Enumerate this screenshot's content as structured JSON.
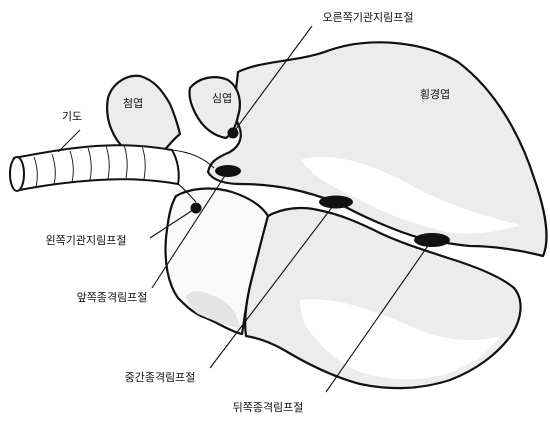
{
  "labels": {
    "trachea": "기도",
    "apical_lobe": "첨엽",
    "cardiac_lobe": "심엽",
    "diaphragmatic_lobe": "횡경엽",
    "right_tracheobronchial_ln": "오른쪽기관지림프절",
    "left_tracheobronchial_ln": "왼쪽기관지림프절",
    "cranial_mediastinal_ln": "앞쪽종격림프절",
    "middle_mediastinal_ln": "중간종격림프절",
    "caudal_mediastinal_ln": "뒤쪽종격림프절"
  },
  "colors": {
    "outline": "#111111",
    "lobe_fill": "#ececec",
    "background": "#ffffff"
  }
}
